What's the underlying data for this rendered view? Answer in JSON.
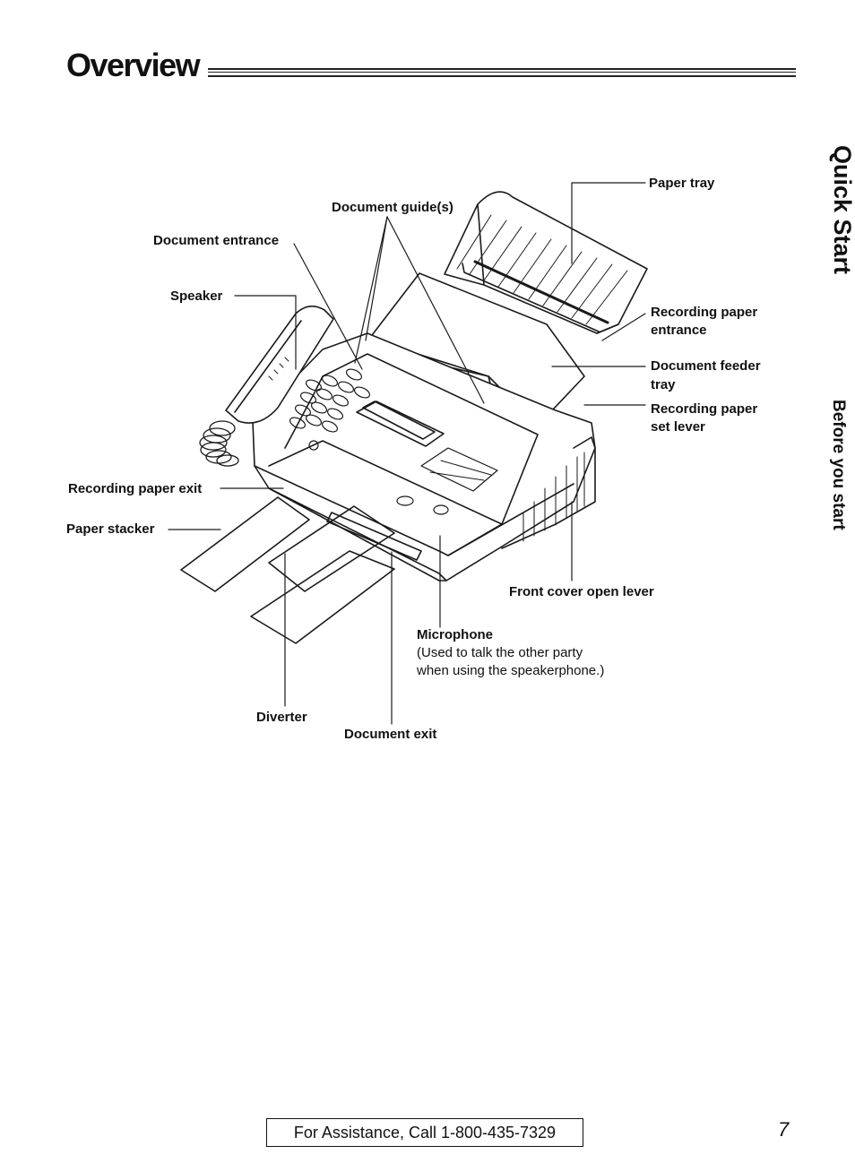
{
  "page": {
    "title": "Overview",
    "side_tabs": [
      "Quick Start",
      "Before you start"
    ],
    "footer": "For Assistance, Call 1-800-435-7329",
    "page_number": "7"
  },
  "callouts": {
    "paper_tray": "Paper tray",
    "document_guides": "Document guide(s)",
    "document_entrance": "Document entrance",
    "speaker": "Speaker",
    "recording_paper_entrance_1": "Recording paper",
    "recording_paper_entrance_2": "entrance",
    "document_feeder_tray_1": "Document feeder",
    "document_feeder_tray_2": "tray",
    "recording_paper_set_lever_1": "Recording paper",
    "recording_paper_set_lever_2": "set lever",
    "recording_paper_exit": "Recording paper exit",
    "paper_stacker": "Paper stacker",
    "front_cover_open_lever": "Front cover open lever",
    "microphone": "Microphone",
    "microphone_desc_1": "(Used to talk the other party",
    "microphone_desc_2": "when using the speakerphone.)",
    "diverter": "Diverter",
    "document_exit": "Document exit"
  }
}
